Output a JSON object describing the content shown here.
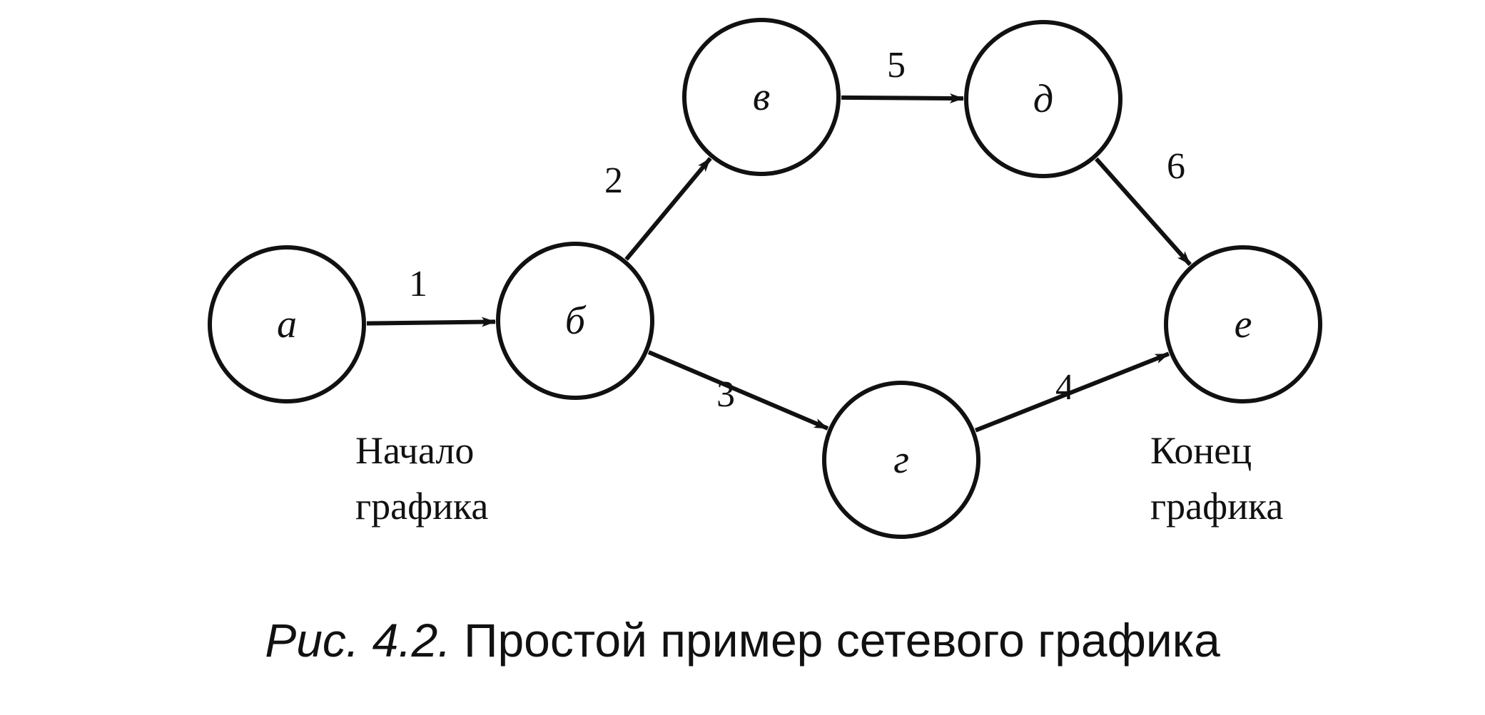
{
  "nodes": [
    {
      "id": "a",
      "label": "а"
    },
    {
      "id": "b",
      "label": "б"
    },
    {
      "id": "v",
      "label": "в"
    },
    {
      "id": "d",
      "label": "д"
    },
    {
      "id": "g",
      "label": "г"
    },
    {
      "id": "e",
      "label": "е"
    }
  ],
  "edges": [
    {
      "from": "a",
      "to": "b",
      "label": "1"
    },
    {
      "from": "b",
      "to": "v",
      "label": "2"
    },
    {
      "from": "b",
      "to": "g",
      "label": "3"
    },
    {
      "from": "g",
      "to": "e",
      "label": "4"
    },
    {
      "from": "v",
      "to": "d",
      "label": "5"
    },
    {
      "from": "d",
      "to": "e",
      "label": "6"
    }
  ],
  "notes": {
    "start": {
      "line1": "Начало",
      "line2": "графика"
    },
    "end": {
      "line1": "Конец",
      "line2": "графика"
    }
  },
  "caption": {
    "figure": "Рис. 4.2.",
    "text": "Простой пример сетевого графика"
  }
}
